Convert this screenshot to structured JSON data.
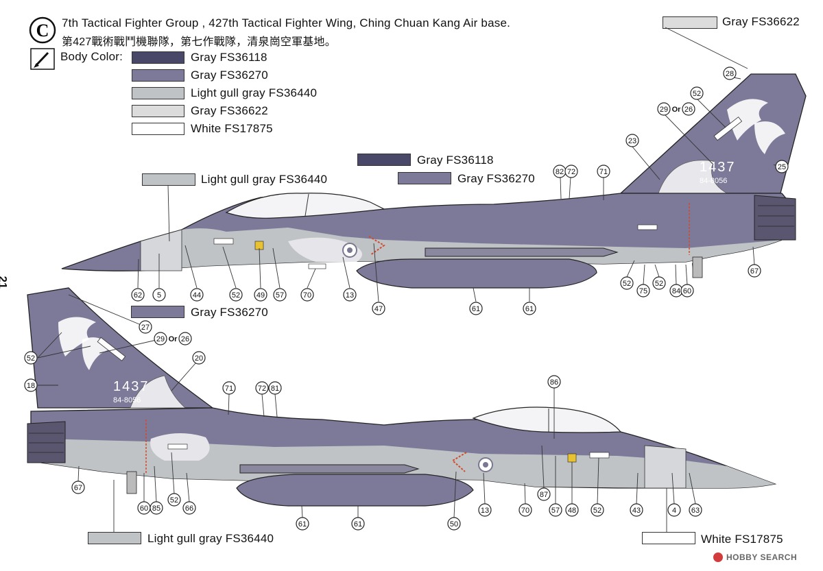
{
  "header": {
    "scheme_letter": "C",
    "title_en": "7th Tactical Fighter Group , 427th Tactical Fighter Wing, Ching Chuan Kang Air base.",
    "title_zh": "第427戰術戰鬥機聯隊，第七作戰隊，清泉崗空軍基地。",
    "body_color_label": "Body Color:"
  },
  "legend": [
    {
      "label": "Gray FS36118",
      "color": "#4a4868"
    },
    {
      "label": "Gray FS36270",
      "color": "#7c7a98"
    },
    {
      "label": "Light gull gray FS36440",
      "color": "#bfc3c6"
    },
    {
      "label": "Gray FS36622",
      "color": "#dcdcdc"
    },
    {
      "label": "White FS17875",
      "color": "#ffffff"
    }
  ],
  "labels": {
    "top_right": "Gray FS36622",
    "light_gull_upper": "Light gull gray FS36440",
    "gray_36118_upper": "Gray FS36118",
    "gray_36270_upper": "Gray FS36270",
    "gray_36270_lower": "Gray FS36270",
    "light_gull_lower": "Light gull gray FS36440",
    "white_lower": "White FS17875"
  },
  "page_number": "21",
  "tail": {
    "number": "1437",
    "serial": "84-8056"
  },
  "or_text": "Or",
  "callouts_top": [
    "62",
    "5",
    "44",
    "52",
    "49",
    "57",
    "70",
    "13",
    "47",
    "61",
    "61",
    "52",
    "75",
    "52",
    "84",
    "60",
    "67",
    "28",
    "52",
    "29",
    "26",
    "23",
    "25",
    "82",
    "72",
    "71"
  ],
  "callouts_bottom": [
    "27",
    "29",
    "26",
    "52",
    "18",
    "20",
    "71",
    "72",
    "81",
    "86",
    "67",
    "60",
    "85",
    "52",
    "66",
    "61",
    "61",
    "50",
    "13",
    "70",
    "87",
    "57",
    "48",
    "52",
    "43",
    "4",
    "63"
  ],
  "watermark": "HOBBY SEARCH"
}
